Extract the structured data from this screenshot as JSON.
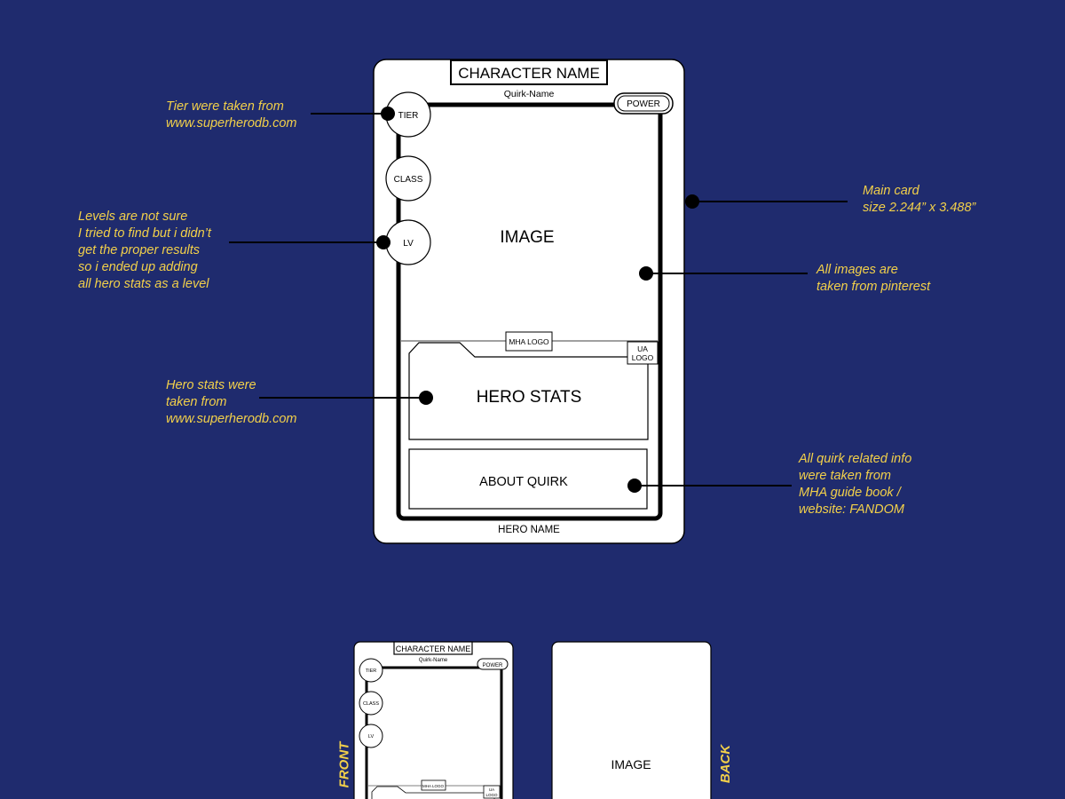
{
  "main_card": {
    "character_name": "CHARACTER NAME",
    "quirk_name": "Quirk-Name",
    "power": "POWER",
    "tier": "TIER",
    "class": "CLASS",
    "level": "LV",
    "image": "IMAGE",
    "mha_logo": "MHA LOGO",
    "ua_logo_line1": "UA",
    "ua_logo_line2": "LOGO",
    "hero_stats": "HERO STATS",
    "about_quirk": "ABOUT QUIRK",
    "hero_name": "HERO NAME"
  },
  "annotations": {
    "tier": "Tier were taken from\nwww.superherodb.com",
    "levels": "Levels are not sure\nI tried to find but i didn’t\nget the proper results\nso i ended up adding\nall hero stats as a level",
    "hero_stats": "Hero stats were\ntaken from\nwww.superherodb.com",
    "main_card": "Main card\nsize 2.244” x 3.488”",
    "images": "All images are\ntaken from pinterest",
    "quirk": "All quirk related info\nwere taken from\nMHA guide book /\nwebsite: FANDOM"
  },
  "small_front": {
    "character_name": "CHARACTER NAME",
    "quirk_name": "Quirk-Name",
    "power": "POWER",
    "tier": "TIER",
    "class": "CLASS",
    "level": "LV",
    "mha_logo": "MHA LOGO",
    "ua_logo_line1": "UA",
    "ua_logo_line2": "LOGO",
    "label": "FRONT"
  },
  "small_back": {
    "image": "IMAGE",
    "label": "BACK"
  },
  "colors": {
    "background": "#1f2b6e",
    "annotation": "#f2d04a",
    "card": "#ffffff",
    "ink": "#000000"
  }
}
